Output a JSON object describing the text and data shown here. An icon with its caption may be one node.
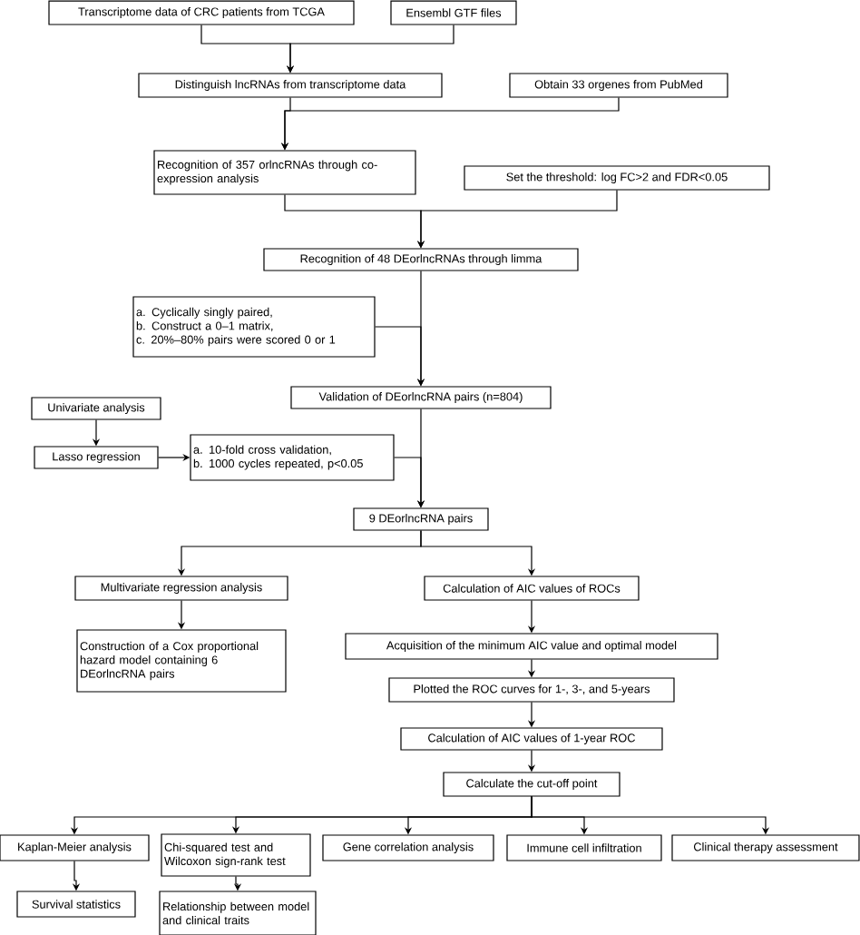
{
  "diagram": {
    "nodes": [
      {
        "text": [
          "Transcriptome data of CRC patients from TCGA"
        ]
      },
      {
        "text": [
          "Ensembl GTF files"
        ]
      },
      {
        "text": [
          "Distinguish lncRNAs from transcriptome data"
        ]
      },
      {
        "text": [
          "Obtain 33 orgenes from PubMed"
        ]
      },
      {
        "text": [
          "Recognition of 357 orlncRNAs through co-expression analysis"
        ]
      },
      {
        "text": [
          "Set the threshold: log FC>2 and FDR<0.05"
        ]
      },
      {
        "text": [
          "Recognition of 48 DEorlncRNAs through limma"
        ]
      },
      {
        "text": [
          "a. Cyclically singly paired,",
          "b. Construct a 0–1 matrix,",
          "c. 20%–80% pairs were scored 0 or 1"
        ]
      },
      {
        "text": [
          "Validation of DEorlncRNA pairs (n=804)"
        ]
      },
      {
        "text": [
          "Univariate analysis"
        ]
      },
      {
        "text": [
          "Lasso regression"
        ]
      },
      {
        "text": [
          "a. 10-fold cross validation,",
          "b. 1000 cycles repeated, p<0.05"
        ]
      },
      {
        "text": [
          "9 DEorlncRNA pairs"
        ]
      },
      {
        "text": [
          "Multivariate regression analysis"
        ]
      },
      {
        "text": [
          "Calculation of AIC values of ROCs"
        ]
      },
      {
        "text": [
          "Construction of a Cox proportional hazard model containing 6 DEorlncRNA pairs"
        ]
      },
      {
        "text": [
          "Acquisition of the minimum AIC value and optimal model"
        ]
      },
      {
        "text": [
          "Plotted the ROC curves for 1-, 3-, and 5-years"
        ]
      },
      {
        "text": [
          "Calculation of AIC values of 1-year ROC"
        ]
      },
      {
        "text": [
          "Calculate the cut-off point"
        ]
      },
      {
        "text": [
          "Kaplan-Meier analysis"
        ]
      },
      {
        "text": [
          "Chi-squared test and Wilcoxon sign-rank test"
        ]
      },
      {
        "text": [
          "Gene correlation analysis"
        ]
      },
      {
        "text": [
          "Immune cell infiltration"
        ]
      },
      {
        "text": [
          "Clinical therapy assessment"
        ]
      },
      {
        "text": [
          "Survival statistics"
        ]
      },
      {
        "text": [
          "Relationship between model and clinical traits"
        ]
      }
    ],
    "edges": [
      {
        "from": 0,
        "to": 2,
        "arrow": "to"
      },
      {
        "from": 1,
        "to": 2,
        "arrow": "to"
      },
      {
        "from": 2,
        "to": 4,
        "arrow": "to"
      },
      {
        "from": 3,
        "to": 4,
        "arrow": "to"
      },
      {
        "from": 4,
        "to": 6,
        "arrow": "to"
      },
      {
        "from": 5,
        "to": 6,
        "arrow": "to"
      },
      {
        "from": 6,
        "to": 8,
        "arrow": "to"
      },
      {
        "from": 7,
        "to": 8,
        "arrow": "to"
      },
      {
        "from": 9,
        "to": 10,
        "arrow": "to"
      },
      {
        "from": 10,
        "to": 11,
        "arrow": "to"
      },
      {
        "from": 8,
        "to": 12,
        "arrow": "to"
      },
      {
        "from": 11,
        "to": 12,
        "arrow": "to"
      },
      {
        "from": 12,
        "to": 13,
        "arrow": "to"
      },
      {
        "from": 12,
        "to": 14,
        "arrow": "to"
      },
      {
        "from": 13,
        "to": 15,
        "arrow": "to"
      },
      {
        "from": 14,
        "to": 16,
        "arrow": "to"
      },
      {
        "from": 16,
        "to": 17,
        "arrow": "to"
      },
      {
        "from": 17,
        "to": 18,
        "arrow": "to"
      },
      {
        "from": 18,
        "to": 19,
        "arrow": "to"
      },
      {
        "from": 19,
        "to": 20,
        "arrow": "to"
      },
      {
        "from": 19,
        "to": 21,
        "arrow": "to"
      },
      {
        "from": 19,
        "to": 22,
        "arrow": "to"
      },
      {
        "from": 19,
        "to": 23,
        "arrow": "to"
      },
      {
        "from": 19,
        "to": 24,
        "arrow": "to"
      },
      {
        "from": 20,
        "to": 25,
        "arrow": "to"
      },
      {
        "from": 21,
        "to": 26,
        "arrow": "to"
      }
    ]
  }
}
